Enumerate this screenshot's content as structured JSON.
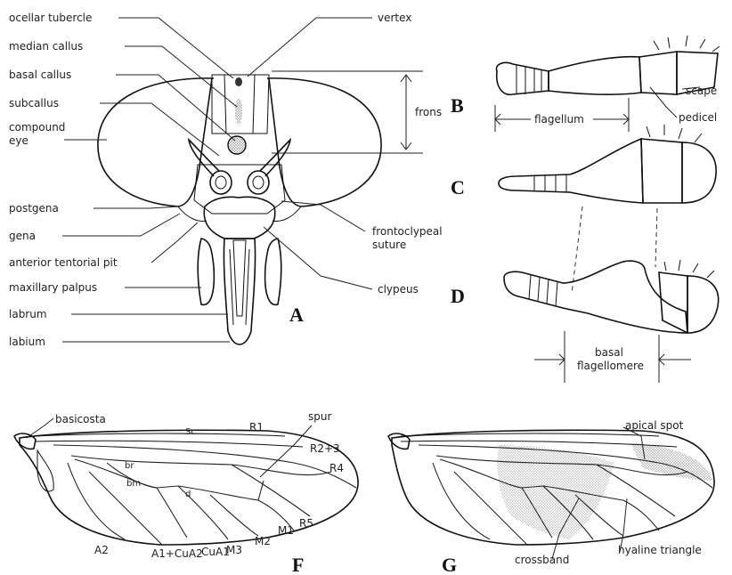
{
  "panels": {
    "A": "A",
    "B": "B",
    "C": "C",
    "D": "D",
    "F": "F",
    "G": "G"
  },
  "head_labels": {
    "ocellar_tubercle": "ocellar tubercle",
    "median_callus": "median callus",
    "basal_callus": "basal callus",
    "subcallus": "subcallus",
    "compound_eye_1": "compound",
    "compound_eye_2": "eye",
    "postgena": "postgena",
    "gena": "gena",
    "anterior_tentorial_pit": "anterior tentorial pit",
    "maxillary_palpus": "maxillary palpus",
    "labrum": "labrum",
    "labium": "labium",
    "vertex": "vertex",
    "frons": "frons",
    "frontoclypeal_1": "frontoclypeal",
    "frontoclypeal_2": "suture",
    "clypeus": "clypeus"
  },
  "antenna_labels": {
    "scape": "scape",
    "pedicel": "pedicel",
    "flagellum": "flagellum",
    "basal_1": "basal",
    "basal_2": "flagellomere"
  },
  "wing_f_labels": {
    "basicosta": "basicosta",
    "sc": "Sc",
    "r1": "R1",
    "spur": "spur",
    "r23": "R2+3",
    "r4": "R4",
    "r5": "R5",
    "m1": "M1",
    "m2": "M2",
    "m3": "M3",
    "cua1": "CuA1",
    "a1cua2": "A1+CuA2",
    "a2": "A2",
    "br": "br",
    "bm": "bm",
    "d": "d"
  },
  "wing_g_labels": {
    "apical_spot": "apical spot",
    "crossband": "crossband",
    "hyaline_triangle": "hyaline triangle"
  }
}
